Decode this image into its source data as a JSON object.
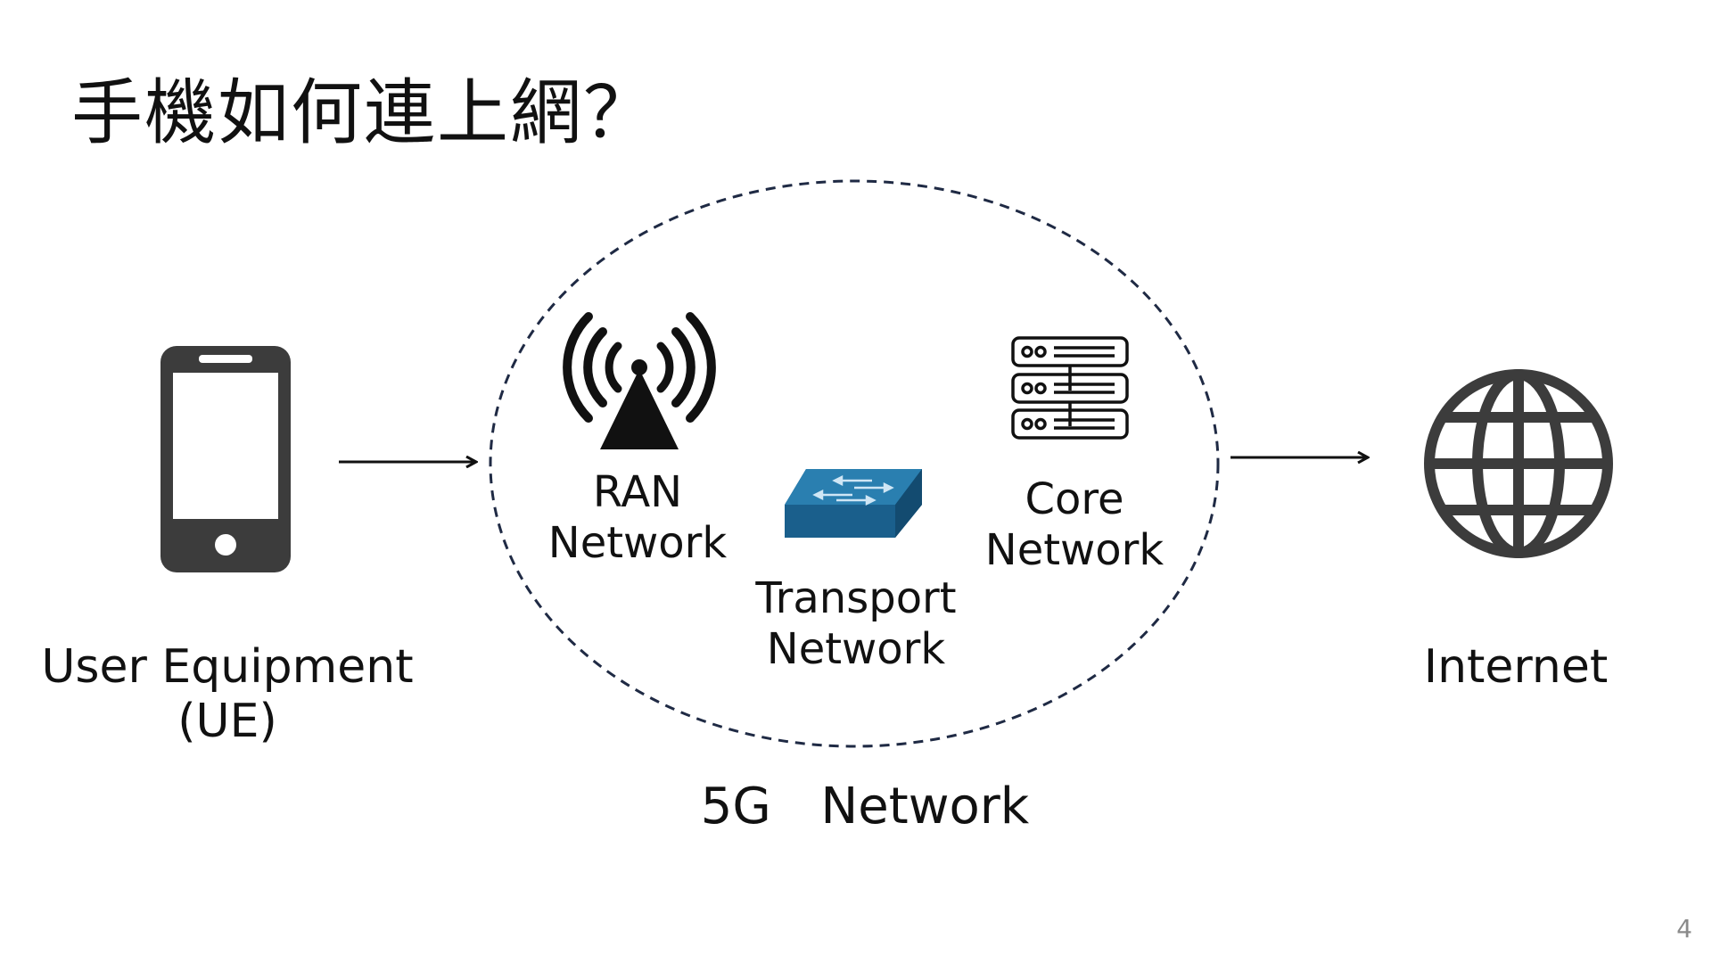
{
  "title": "手機如何連上網？",
  "nodes": {
    "ue": {
      "line1": "User Equipment",
      "line2": "(UE)",
      "icon": "smartphone-icon"
    },
    "ran": {
      "line1": "RAN",
      "line2": "Network",
      "icon": "antenna-tower-icon"
    },
    "transport": {
      "line1": "Transport",
      "line2": "Network",
      "icon": "network-switch-icon"
    },
    "core": {
      "line1": "Core",
      "line2": "Network",
      "icon": "server-rack-icon"
    },
    "internet": {
      "line1": "Internet",
      "icon": "globe-icon"
    }
  },
  "group_label": "5G  Network",
  "page_number": "4",
  "colors": {
    "icon_dark": "#3c3c3c",
    "switch_top": "#2a7fb0",
    "switch_side": "#1a5f8c",
    "dashed_border": "#1f2a44",
    "arrow": "#111111"
  }
}
